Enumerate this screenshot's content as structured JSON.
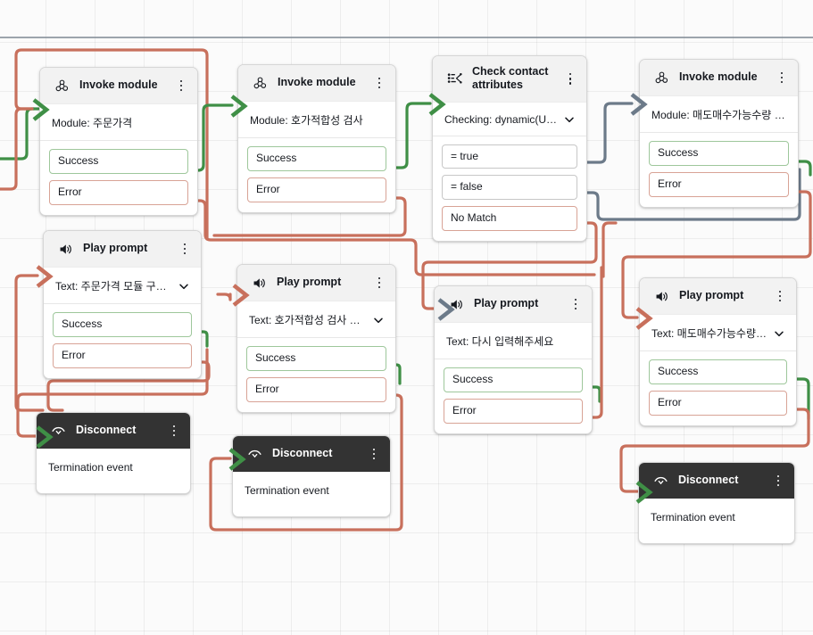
{
  "app": {
    "name": "contact-flow-designer",
    "canvas_label": "Flow canvas"
  },
  "colors": {
    "success_edge": "#3f8f46",
    "error_edge": "#c8705c",
    "neutral_edge": "#6c7a89",
    "node_header": "#f2f2f2",
    "terminal_header": "#333333",
    "grid": "#eeeeee"
  },
  "nodes": [
    {
      "id": "invoke-1",
      "type": "invoke-module",
      "icon": "invoke-module-icon",
      "title": "Invoke module",
      "detail_label": "Module:",
      "detail_value": "주문가격",
      "detail_text": "Module: 주문가격",
      "has_chevron": false,
      "ports": [
        {
          "label": "Success",
          "kind": "success"
        },
        {
          "label": "Error",
          "kind": "error"
        }
      ]
    },
    {
      "id": "prompt-1",
      "type": "play-prompt",
      "icon": "speaker-icon",
      "title": "Play prompt",
      "detail_label": "Text:",
      "detail_value": "주문가격 모듈 구동에 실...",
      "detail_text": "Text: 주문가격 모듈 구동에 실...",
      "has_chevron": true,
      "ports": [
        {
          "label": "Success",
          "kind": "success"
        },
        {
          "label": "Error",
          "kind": "error"
        }
      ]
    },
    {
      "id": "disconnect-1",
      "type": "disconnect",
      "icon": "disconnect-icon",
      "title": "Disconnect",
      "detail_text": "Termination event",
      "ports": []
    },
    {
      "id": "invoke-2",
      "type": "invoke-module",
      "icon": "invoke-module-icon",
      "title": "Invoke module",
      "detail_label": "Module:",
      "detail_value": "호가적합성 검사",
      "detail_text": "Module: 호가적합성 검사",
      "has_chevron": false,
      "ports": [
        {
          "label": "Success",
          "kind": "success"
        },
        {
          "label": "Error",
          "kind": "error"
        }
      ]
    },
    {
      "id": "prompt-2",
      "type": "play-prompt",
      "icon": "speaker-icon",
      "title": "Play prompt",
      "detail_label": "Text:",
      "detail_value": "호가적합성 검사 모듈 구...",
      "detail_text": "Text: 호가적합성 검사 모듈 구...",
      "has_chevron": true,
      "ports": [
        {
          "label": "Success",
          "kind": "success"
        },
        {
          "label": "Error",
          "kind": "error"
        }
      ]
    },
    {
      "id": "disconnect-2",
      "type": "disconnect",
      "icon": "disconnect-icon",
      "title": "Disconnect",
      "detail_text": "Termination event",
      "ports": []
    },
    {
      "id": "check-attrs",
      "type": "check-contact-attributes",
      "icon": "check-contact-attributes-icon",
      "title": "Check contact attributes",
      "detail_label": "Checking:",
      "detail_value": "dynamic(User defi...",
      "detail_text": "Checking: dynamic(User defi...",
      "has_chevron": true,
      "ports": [
        {
          "label": "= true",
          "kind": "cond"
        },
        {
          "label": "= false",
          "kind": "cond"
        },
        {
          "label": "No Match",
          "kind": "nomatch"
        }
      ]
    },
    {
      "id": "prompt-3",
      "type": "play-prompt",
      "icon": "speaker-icon",
      "title": "Play prompt",
      "detail_label": "Text:",
      "detail_value": "다시 입력해주세요",
      "detail_text": "Text: 다시 입력해주세요",
      "has_chevron": false,
      "ports": [
        {
          "label": "Success",
          "kind": "success"
        },
        {
          "label": "Error",
          "kind": "error"
        }
      ]
    },
    {
      "id": "invoke-3",
      "type": "invoke-module",
      "icon": "invoke-module-icon",
      "title": "Invoke module",
      "detail_label": "Module:",
      "detail_value": "매도매수가능수량 조회",
      "detail_text": "Module: 매도매수가능수량 조회",
      "has_chevron": false,
      "ports": [
        {
          "label": "Success",
          "kind": "success"
        },
        {
          "label": "Error",
          "kind": "error"
        }
      ]
    },
    {
      "id": "prompt-4",
      "type": "play-prompt",
      "icon": "speaker-icon",
      "title": "Play prompt",
      "detail_label": "Text:",
      "detail_value": "매도매수가능수량조회 ...",
      "detail_text": "Text: 매도매수가능수량조회 ...",
      "has_chevron": true,
      "ports": [
        {
          "label": "Success",
          "kind": "success"
        },
        {
          "label": "Error",
          "kind": "error"
        }
      ]
    },
    {
      "id": "disconnect-3",
      "type": "disconnect",
      "icon": "disconnect-icon",
      "title": "Disconnect",
      "detail_text": "Termination event",
      "ports": []
    }
  ]
}
